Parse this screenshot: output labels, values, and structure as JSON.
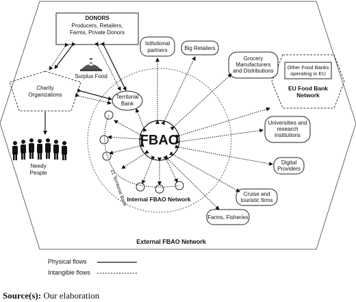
{
  "donors": {
    "title": "DONORS",
    "desc": [
      "Producers, Retailers,",
      "Farms, Private Donors"
    ]
  },
  "surplus_food": "Surplus Food",
  "charity": [
    "Charity",
    "Organizations"
  ],
  "needy": [
    "Needy",
    "People"
  ],
  "territorial_bank": [
    "Territorial",
    "Bank"
  ],
  "territorial_bank_21": "21 Territorial Bank",
  "center": "FBAO",
  "internal_network": "Internal FBAO Network",
  "external_network": "External FBAO Network",
  "eu_network": {
    "box": [
      "Other Food Banks",
      "operating in EU"
    ],
    "title": [
      "EU Food Bank",
      "Network"
    ]
  },
  "partners": [
    {
      "name": "institutional-partners",
      "lines": [
        "Istitutional",
        "partners"
      ]
    },
    {
      "name": "big-retailers",
      "lines": [
        "Big Retailers"
      ]
    },
    {
      "name": "grocery-manufacturers",
      "lines": [
        "Grocery",
        "Manufacturers",
        "and Distributions"
      ]
    },
    {
      "name": "universities",
      "lines": [
        "Universities and",
        "research",
        "institutions"
      ]
    },
    {
      "name": "digital-providers",
      "lines": [
        "Digital",
        "Providers"
      ]
    },
    {
      "name": "cruise-firms",
      "lines": [
        "Cruise and",
        "touristic firms"
      ]
    },
    {
      "name": "farms-fisheries",
      "lines": [
        "Farms, Fisheries"
      ]
    }
  ],
  "legend": {
    "physical": "Physical flows",
    "intangible": "Intangible flows"
  },
  "source": {
    "label": "Source(s):",
    "text": "Our elaboration"
  }
}
